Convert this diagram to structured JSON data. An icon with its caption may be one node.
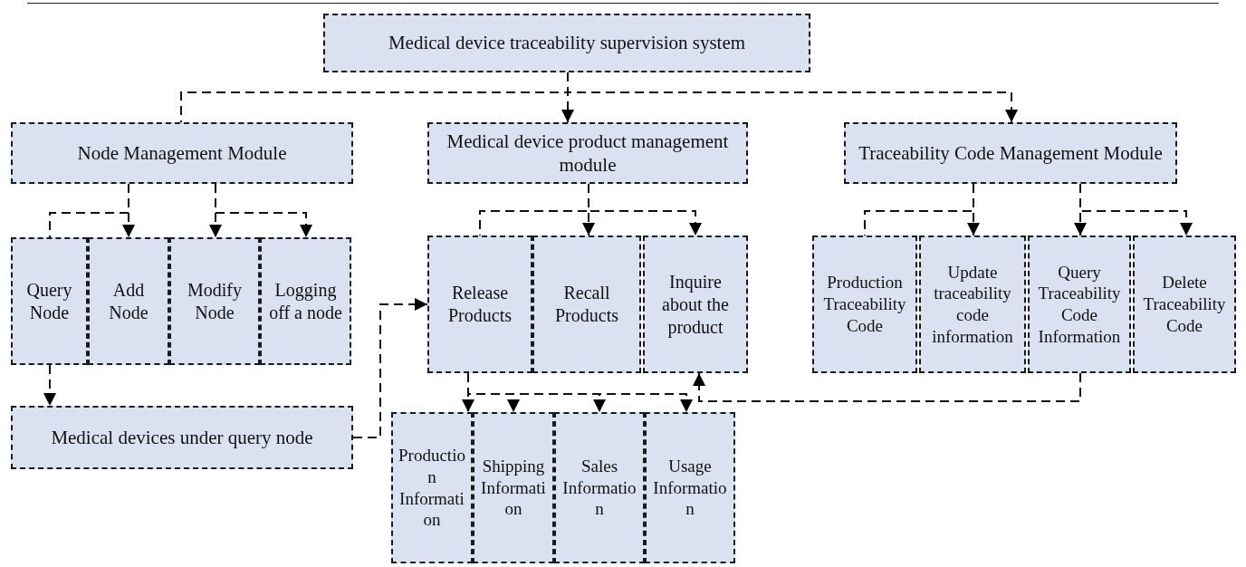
{
  "diagram": {
    "nodes": [
      {
        "text": [
          "Medical device traceability supervision system"
        ]
      },
      {
        "text": [
          "Node Management Module"
        ]
      },
      {
        "text": [
          "Medical device product management module"
        ]
      },
      {
        "text": [
          "Traceability Code Management Module"
        ]
      },
      {
        "text": [
          "Query Node"
        ]
      },
      {
        "text": [
          "Add Node"
        ]
      },
      {
        "text": [
          "Modify Node"
        ]
      },
      {
        "text": [
          "Logging off a node"
        ]
      },
      {
        "text": [
          "Release Products"
        ]
      },
      {
        "text": [
          "Recall Products"
        ]
      },
      {
        "text": [
          "Inquire about the product"
        ]
      },
      {
        "text": [
          "Production Traceability Code"
        ]
      },
      {
        "text": [
          "Update traceability code information"
        ]
      },
      {
        "text": [
          "Query Traceability Code Information"
        ]
      },
      {
        "text": [
          "Delete Traceability Code"
        ]
      },
      {
        "text": [
          "Medical devices under query node"
        ]
      },
      {
        "text": [
          "Production Information"
        ]
      },
      {
        "text": [
          "Shipping Information"
        ]
      },
      {
        "text": [
          "Sales Information"
        ]
      },
      {
        "text": [
          "Usage Information"
        ]
      }
    ],
    "edges": [
      {
        "from": 0,
        "to": 1,
        "arrow": "none",
        "style": "dashed"
      },
      {
        "from": 0,
        "to": 2,
        "arrow": "to",
        "style": "dashed"
      },
      {
        "from": 0,
        "to": 3,
        "arrow": "to",
        "style": "dashed"
      },
      {
        "from": 1,
        "to": 4,
        "arrow": "none",
        "style": "dashed"
      },
      {
        "from": 1,
        "to": 5,
        "arrow": "to",
        "style": "dashed"
      },
      {
        "from": 1,
        "to": 6,
        "arrow": "to",
        "style": "dashed"
      },
      {
        "from": 1,
        "to": 7,
        "arrow": "to",
        "style": "dashed"
      },
      {
        "from": 2,
        "to": 8,
        "arrow": "none",
        "style": "dashed"
      },
      {
        "from": 2,
        "to": 9,
        "arrow": "to",
        "style": "dashed"
      },
      {
        "from": 2,
        "to": 10,
        "arrow": "to",
        "style": "dashed"
      },
      {
        "from": 3,
        "to": 11,
        "arrow": "none",
        "style": "dashed"
      },
      {
        "from": 3,
        "to": 12,
        "arrow": "to",
        "style": "dashed"
      },
      {
        "from": 3,
        "to": 13,
        "arrow": "to",
        "style": "dashed"
      },
      {
        "from": 3,
        "to": 14,
        "arrow": "to",
        "style": "dashed"
      },
      {
        "from": 4,
        "to": 15,
        "arrow": "to",
        "style": "dashed"
      },
      {
        "from": 15,
        "to": 8,
        "arrow": "to",
        "style": "dashed"
      },
      {
        "from": 8,
        "to": 16,
        "arrow": "to",
        "style": "dashed"
      },
      {
        "from": 8,
        "to": 17,
        "arrow": "to",
        "style": "dashed"
      },
      {
        "from": 8,
        "to": 18,
        "arrow": "to",
        "style": "dashed"
      },
      {
        "from": 8,
        "to": 19,
        "arrow": "to",
        "style": "dashed"
      },
      {
        "from": 13,
        "to": 10,
        "arrow": "to",
        "style": "dashed"
      }
    ]
  }
}
